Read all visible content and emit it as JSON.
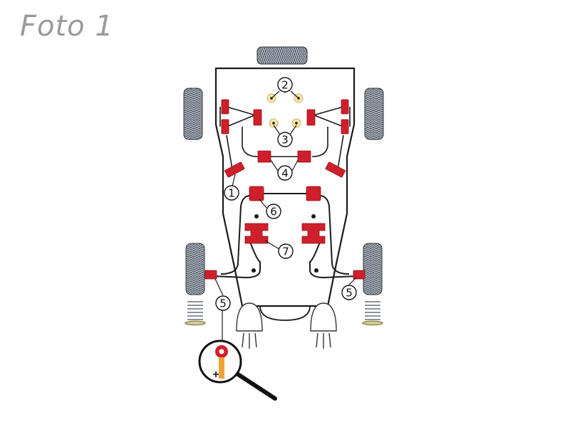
{
  "title": "Foto 1",
  "colors": {
    "bushing": "#d01f2c",
    "bushing_dark": "#8e1119",
    "line": "#1a1a1a",
    "tire": "#5a6470",
    "hub": "#f5e6a6",
    "magnifier_insert": "#f0a23a",
    "spring": "#9aa3ad"
  },
  "callouts": [
    {
      "id": "c1",
      "label": "1"
    },
    {
      "id": "c2",
      "label": "2"
    },
    {
      "id": "c3",
      "label": "3"
    },
    {
      "id": "c4",
      "label": "4"
    },
    {
      "id": "c5a",
      "label": "5"
    },
    {
      "id": "c5b",
      "label": "5"
    },
    {
      "id": "c6",
      "label": "6"
    },
    {
      "id": "c7",
      "label": "7"
    }
  ]
}
